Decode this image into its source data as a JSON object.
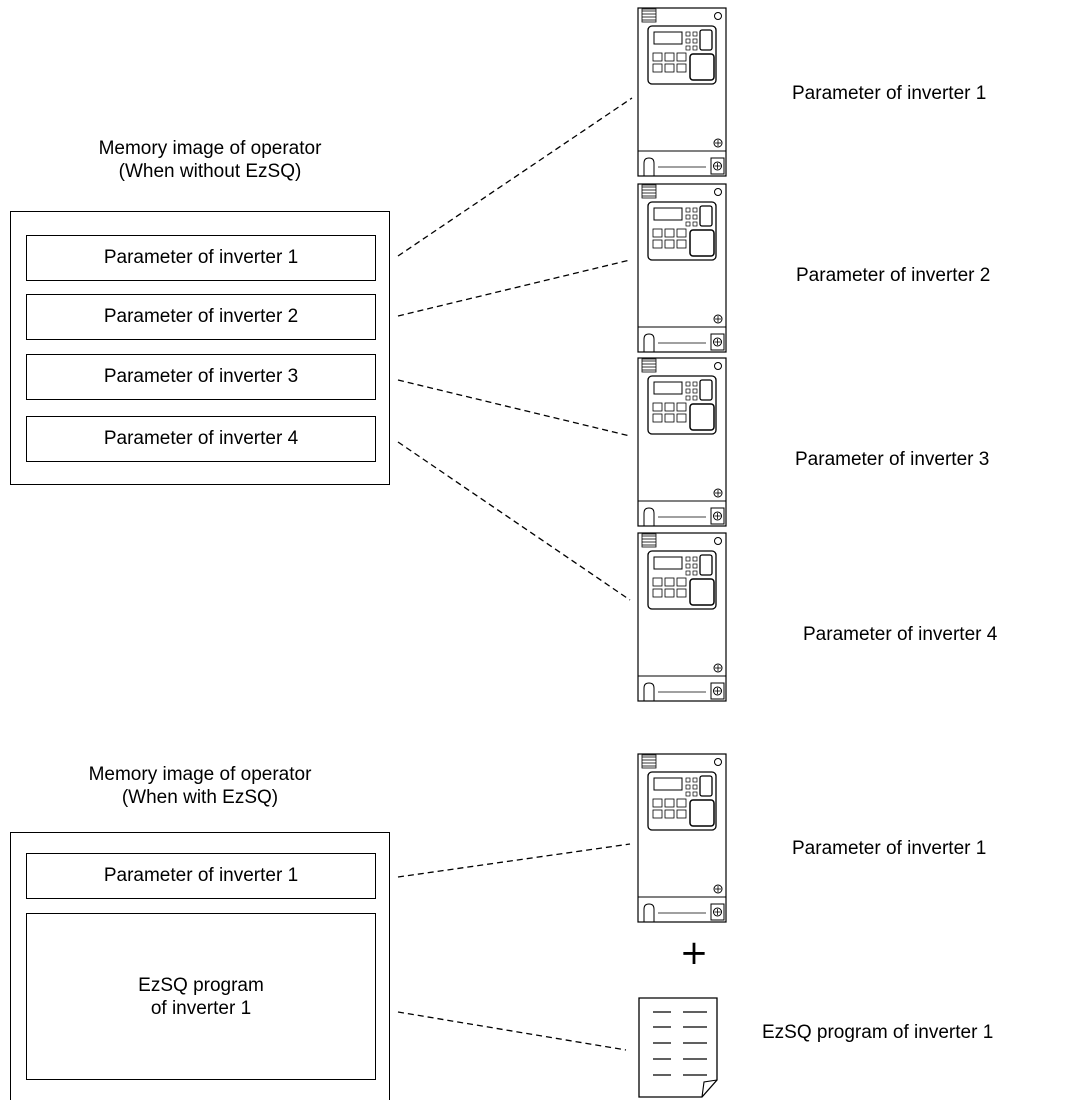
{
  "top_section": {
    "memory_title": [
      "Memory image of operator",
      "(When without EzSQ)"
    ],
    "memory_items": [
      "Parameter of inverter 1",
      "Parameter of inverter 2",
      "Parameter of inverter 3",
      "Parameter of inverter 4"
    ],
    "inverter_labels": [
      "Parameter of inverter 1",
      "Parameter of inverter 2",
      "Parameter of inverter 3",
      "Parameter of inverter 4"
    ]
  },
  "bottom_section": {
    "memory_title": [
      "Memory image of operator",
      "(When with EzSQ)"
    ],
    "param_item": "Parameter of inverter 1",
    "program_item": [
      "EzSQ program",
      "of inverter 1"
    ],
    "inverter_label": "Parameter of inverter 1",
    "plus_sign": "+",
    "program_label": "EzSQ program of inverter 1"
  },
  "icons": {
    "inverter": "inverter-device-icon",
    "document": "program-document-icon"
  }
}
